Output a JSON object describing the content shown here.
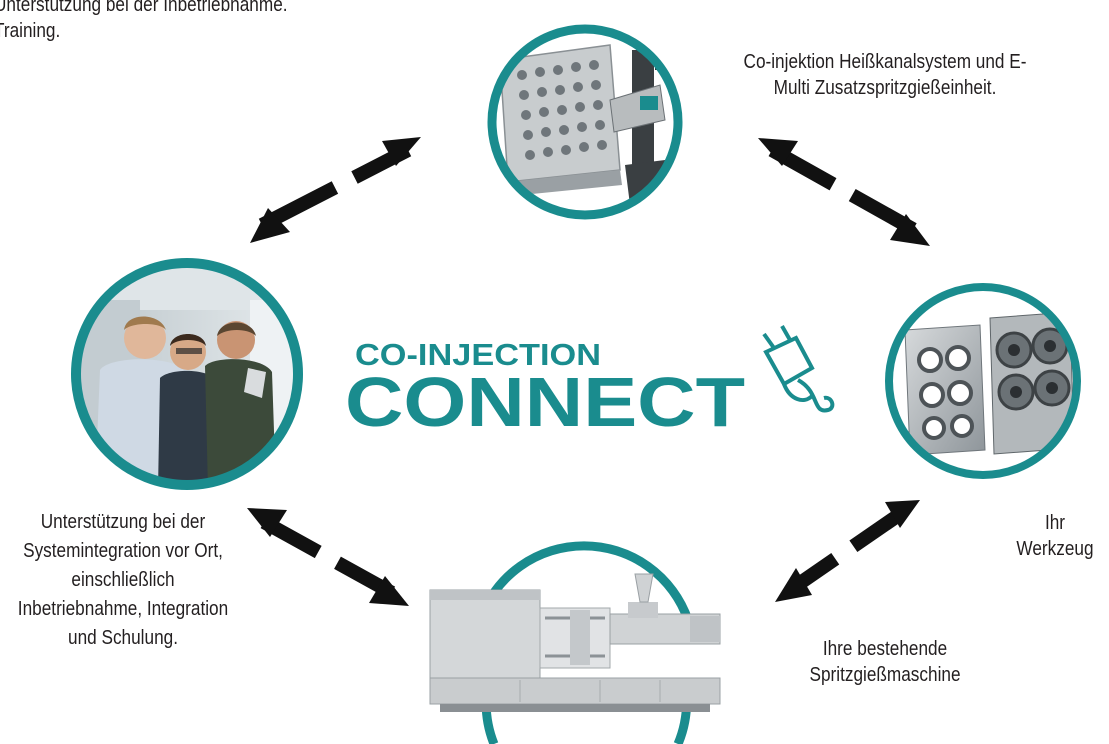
{
  "colors": {
    "ring": "#1a8c8e",
    "arrow": "#111111",
    "logo": "#1a8c8e"
  },
  "captions": {
    "top_left": [
      "Unterstützung bei der Inbetriebnahme.",
      "Training."
    ],
    "top_right": "Co-injektion Heißkanalsystem und E-Multi Zusatzspritzgießeinheit.",
    "left": "Unterstützung bei der Systemintegration vor Ort, einschließlich Inbetriebnahme, Integration und Schulung.",
    "right": "Ihr Werkzeug",
    "bottom": "Ihre bestehende Spritzgießmaschine"
  },
  "logo": {
    "line1": "CO-INJECTION",
    "line2": "CONNECT"
  },
  "icons": [
    "hot-runner-image",
    "team-photo",
    "mold-image",
    "injection-machine-image",
    "plug-icon"
  ]
}
